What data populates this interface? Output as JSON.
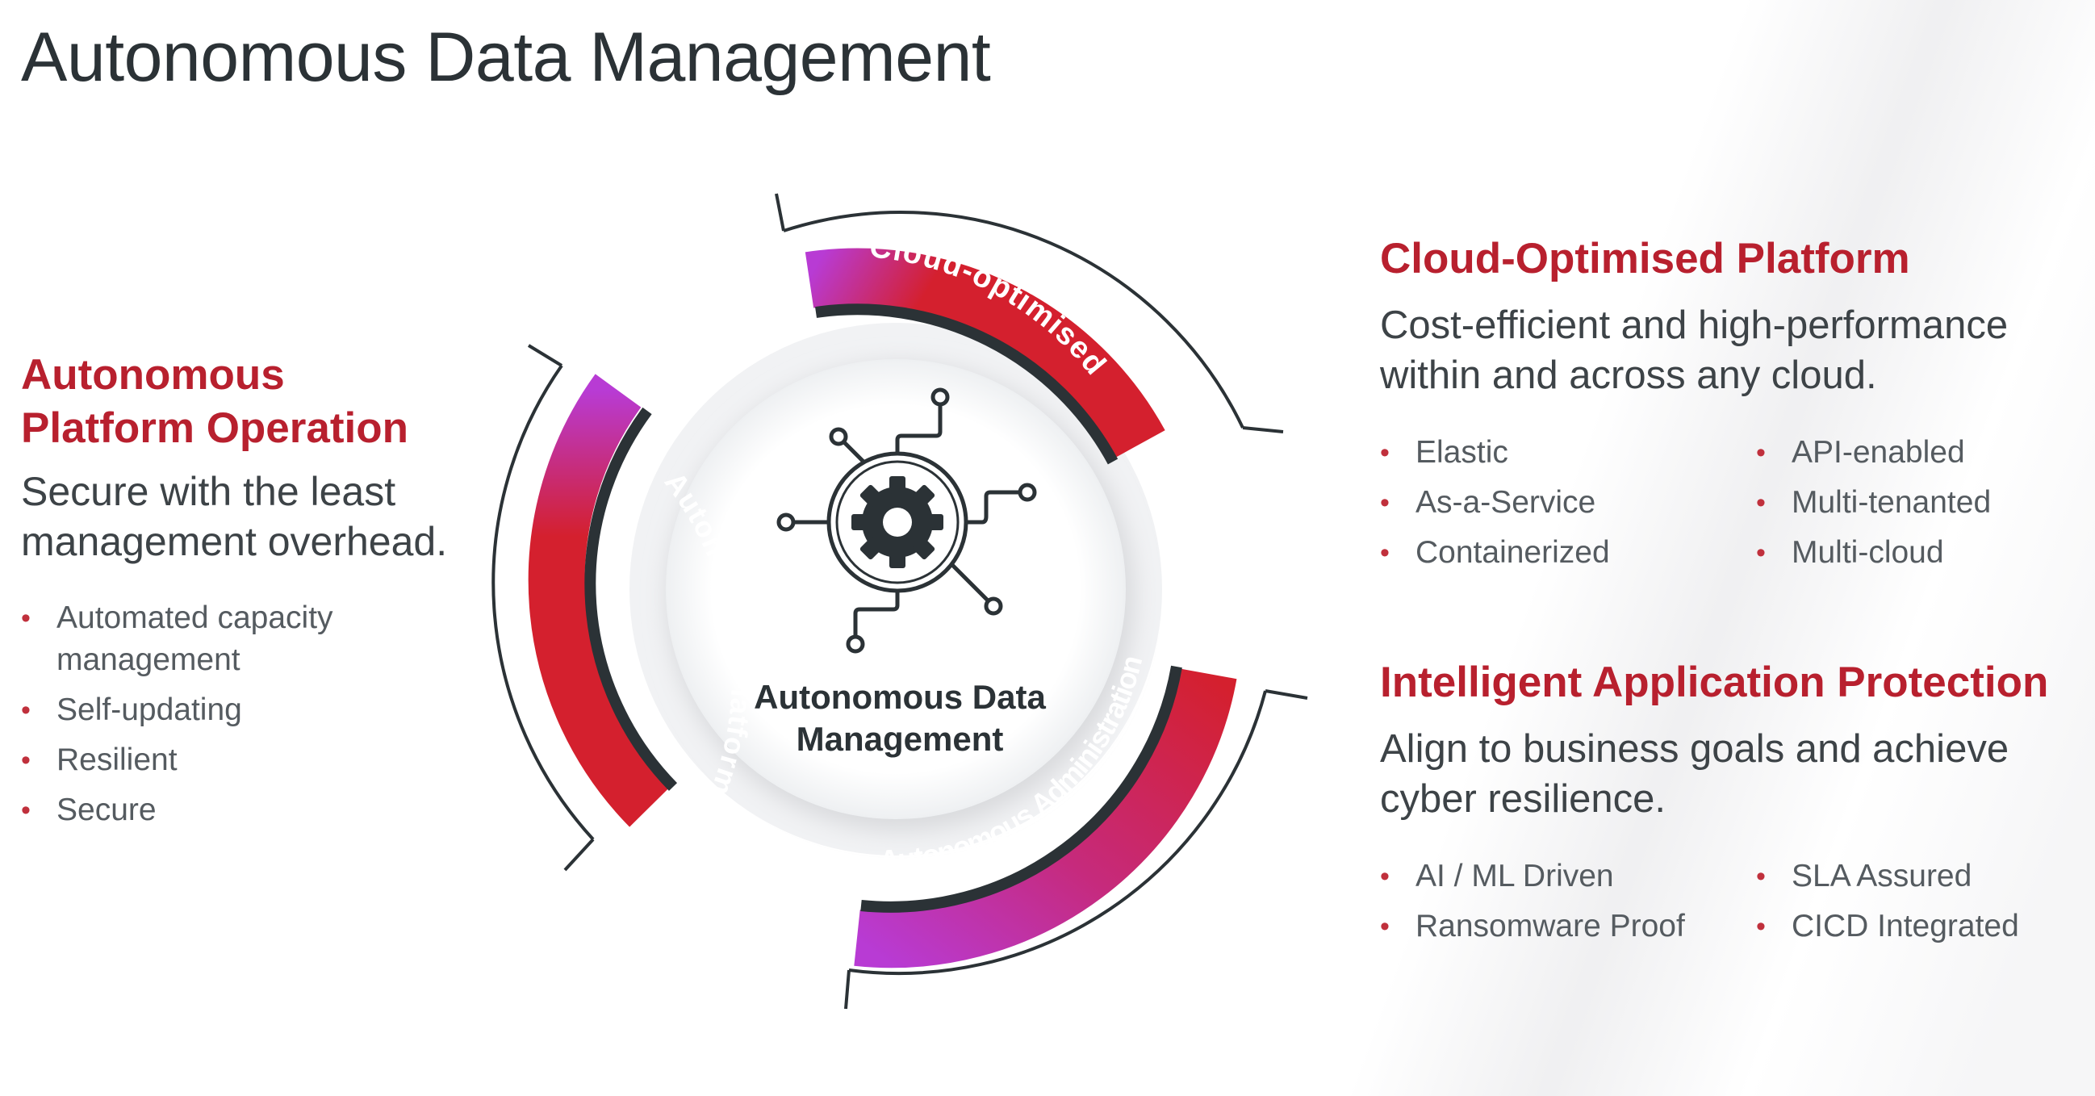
{
  "title": "Autonomous Data Management",
  "diagram": {
    "center_label": "Autonomous Data Management",
    "center_icon": "gear-circuit-icon",
    "segments": [
      {
        "label": "Cloud-optimised"
      },
      {
        "label": "Autonomous Platform"
      },
      {
        "label": "Autonomous Administration"
      }
    ],
    "colors": {
      "red": "#d4202e",
      "magenta": "#b83bd4",
      "dark": "#2b3236"
    }
  },
  "left": {
    "heading_line1": "Autonomous",
    "heading_line2": "Platform Operation",
    "description": "Secure with the least management overhead.",
    "items": [
      "Automated capacity management",
      "Self-updating",
      "Resilient",
      "Secure"
    ]
  },
  "right_top": {
    "heading": "Cloud-Optimised Platform",
    "description": "Cost-efficient and high-performance within and across any cloud.",
    "items_col1": [
      "Elastic",
      "As-a-Service",
      "Containerized"
    ],
    "items_col2": [
      "API-enabled",
      "Multi-tenanted",
      "Multi-cloud"
    ]
  },
  "right_bottom": {
    "heading": "Intelligent Application Protection",
    "description": "Align to business goals and achieve cyber resilience.",
    "items_col1": [
      "AI / ML Driven",
      "Ransomware Proof"
    ],
    "items_col2": [
      "SLA Assured",
      "CICD Integrated"
    ]
  }
}
